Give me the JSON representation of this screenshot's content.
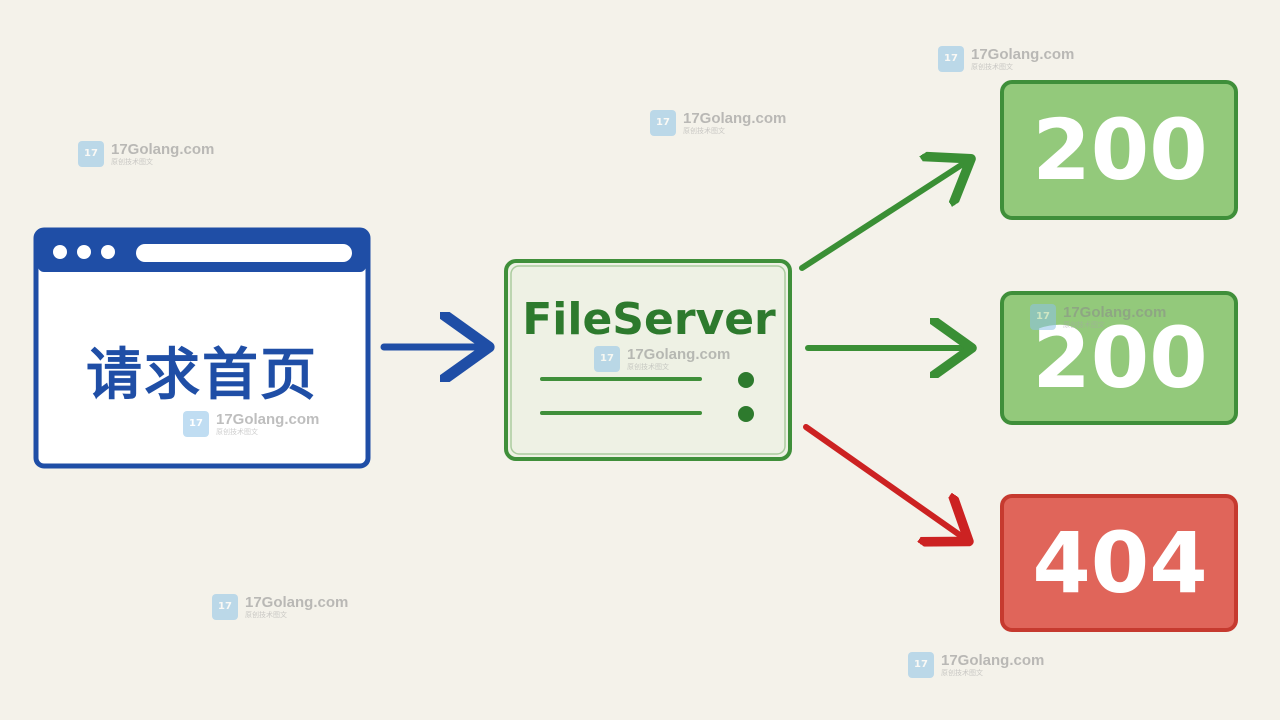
{
  "browser": {
    "label": "请求首页"
  },
  "server": {
    "label": "FileServer"
  },
  "responses": [
    {
      "code": "200",
      "kind": "success"
    },
    {
      "code": "200",
      "kind": "success"
    },
    {
      "code": "404",
      "kind": "error"
    }
  ],
  "watermark": {
    "text": "17Golang.com",
    "subtext": "原创技术图文",
    "logo": "17"
  },
  "colors": {
    "background": "#f4f2ea",
    "browser": "#1f4ea6",
    "server": "#2d7a2d",
    "success_fill": "#93c97b",
    "success_stroke": "#3f8f3a",
    "error_fill": "#e0655a",
    "error_stroke": "#c63a2f",
    "arrow_green": "#3a8f35",
    "arrow_red": "#cc2222"
  }
}
